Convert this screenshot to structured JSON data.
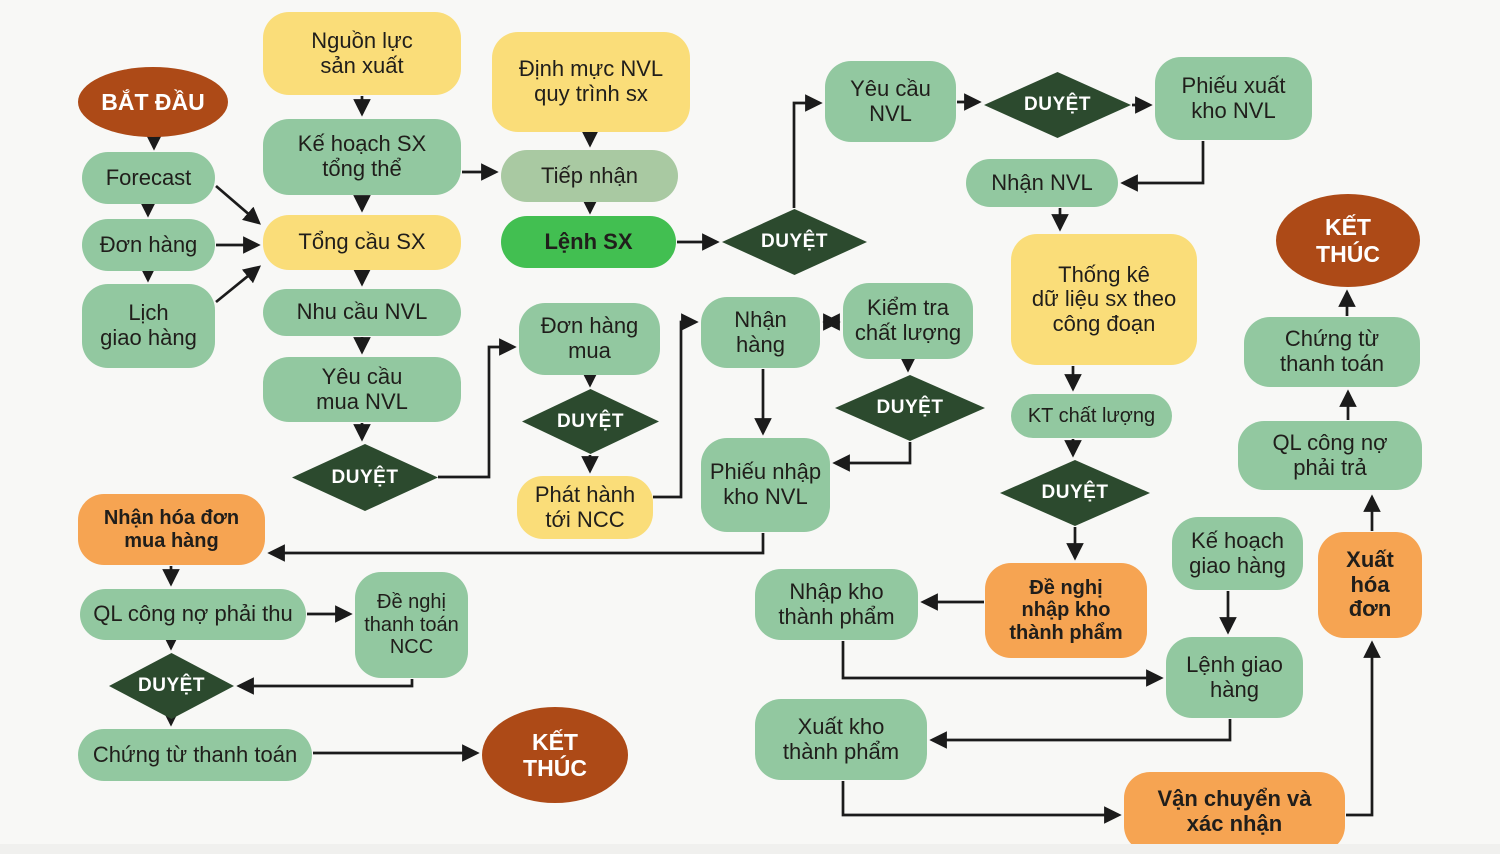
{
  "diagram": {
    "nodes": {
      "bat_dau": "BẮT ĐẦU",
      "forecast": "Forecast",
      "don_hang": "Đơn hàng",
      "lich_giao_hang": "Lịch\ngiao hàng",
      "nguon_luc": "Nguồn lực\nsản xuất",
      "ke_hoach_sx": "Kế hoạch SX\ntổng thể",
      "tong_cau_sx": "Tổng cầu SX",
      "nhu_cau_nvl": "Nhu cầu NVL",
      "yeu_cau_mua_nvl": "Yêu cầu\nmua NVL",
      "dinh_muc_nvl": "Định mực NVL\nquy trình sx",
      "tiep_nhan": "Tiếp nhận",
      "lenh_sx": "Lệnh SX",
      "don_hang_mua": "Đơn hàng\nmua",
      "phat_hanh_ncc": "Phát hành\ntới NCC",
      "nhan_hang": "Nhận\nhàng",
      "kiem_tra_chat_luong": "Kiểm tra\nchất lượng",
      "phieu_nhap_kho_nvl": "Phiếu nhập\nkho NVL",
      "yeu_cau_nvl": "Yêu cầu\nNVL",
      "phieu_xuat_kho_nvl": "Phiếu xuất\nkho NVL",
      "nhan_nvl": "Nhận NVL",
      "thong_ke": "Thống kê\ndữ liệu sx theo\ncông đoạn",
      "kt_chat_luong": "KT chất lượng",
      "de_nghi_nhap_kho": "Đề nghị\nnhập kho\nthành phẩm",
      "ket_thuc": "KẾT\nTHÚC",
      "chung_tu_thanh_toan_2line": "Chứng từ\nthanh toán",
      "ql_cong_no_phai_tra": "QL công nợ\nphải trả",
      "xuat_hoa_don": "Xuất\nhóa\nđơn",
      "ke_hoach_giao_hang": "Kế hoạch\ngiao hàng",
      "lenh_giao_hang": "Lệnh giao\nhàng",
      "van_chuyen": "Vận chuyển và\nxác nhận",
      "nhan_hoa_don": "Nhận hóa đơn\nmua hàng",
      "ql_cong_no_phai_thu": "QL công nợ phải thu",
      "de_nghi_thanh_toan_ncc": "Đề nghị\nthanh toán\nNCC",
      "chung_tu_thanh_toan_1line": "Chứng từ thanh toán",
      "nhap_kho_tp": "Nhập kho\nthành phẩm",
      "xuat_kho_tp": "Xuất kho\nthành phẩm",
      "duyet": "DUYỆT"
    },
    "colors": {
      "background": "#f8f8f6",
      "process_green": "#92c8a0",
      "process_green_muted": "#a9c9a2",
      "input_yellow": "#fadd79",
      "highlight_green": "#42bf51",
      "decision_dark_green": "#2c4a2e",
      "terminator_brick": "#ad4a17",
      "accent_orange": "#f6a452",
      "line_black": "#1b1b1b"
    }
  }
}
